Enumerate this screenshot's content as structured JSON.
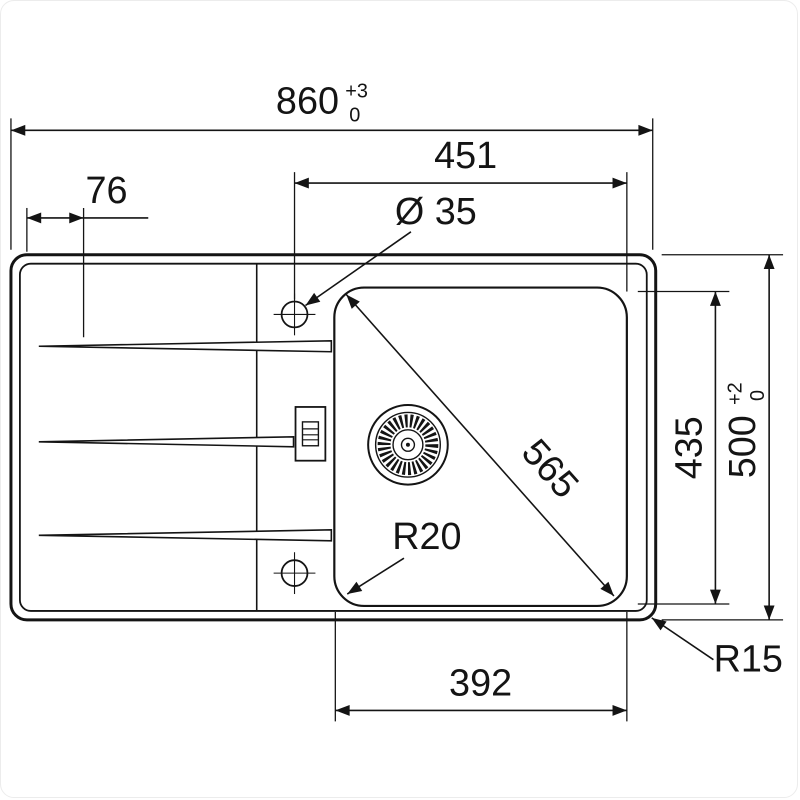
{
  "meta": {
    "drawing_type": "sink technical dimension drawing",
    "line_color": "#141414",
    "background": "#ffffff"
  },
  "dims": {
    "overall_width": {
      "value": "860",
      "tol_plus": "+3",
      "tol_minus": "0"
    },
    "tap_to_bowl_right": {
      "value": "451"
    },
    "drainer_offset": {
      "value": "76"
    },
    "tap_hole_diameter": {
      "value": "Ø 35"
    },
    "bowl_diagonal": {
      "value": "565"
    },
    "bowl_depth": {
      "value": "435"
    },
    "overall_depth": {
      "value": "500",
      "tol_plus": "+2",
      "tol_minus": "0"
    },
    "bowl_corner_radius": {
      "value": "R20"
    },
    "outer_corner_radius": {
      "value": "R15"
    },
    "bowl_width": {
      "value": "392"
    }
  }
}
